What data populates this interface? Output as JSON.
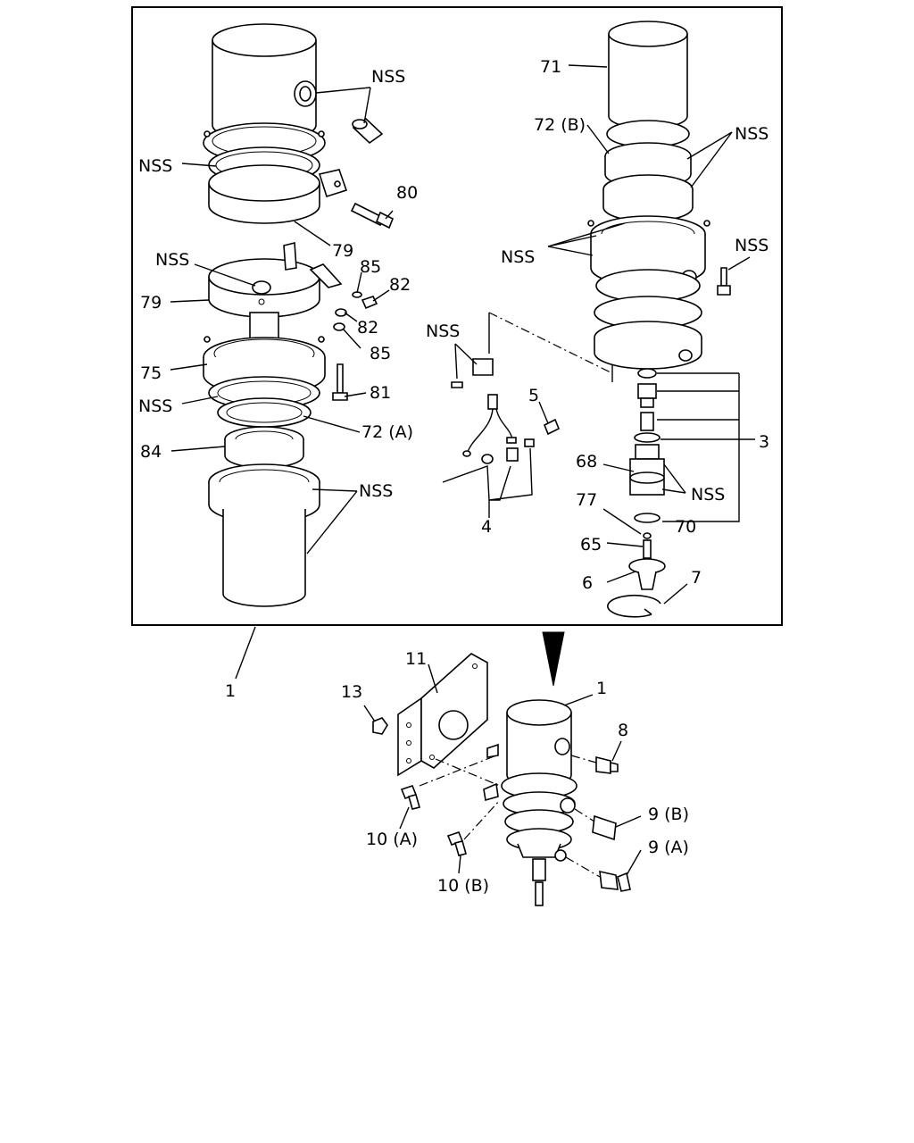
{
  "labels": {
    "nss": "NSS",
    "l71": "71",
    "l72b": "72 (B)",
    "l80": "80",
    "l79a": "79",
    "l79b": "79",
    "l85a": "85",
    "l85b": "85",
    "l82a": "82",
    "l82b": "82",
    "l75": "75",
    "l81": "81",
    "l72a": "72 (A)",
    "l84": "84",
    "l5": "5",
    "l4": "4",
    "l3": "3",
    "l68": "68",
    "l77": "77",
    "l70": "70",
    "l65": "65",
    "l6": "6",
    "l7": "7",
    "l1a": "1",
    "l1b": "1",
    "l11": "11",
    "l13": "13",
    "l8": "8",
    "l9b": "9 (B)",
    "l9a": "9 (A)",
    "l10a": "10 (A)",
    "l10b": "10 (B)"
  }
}
